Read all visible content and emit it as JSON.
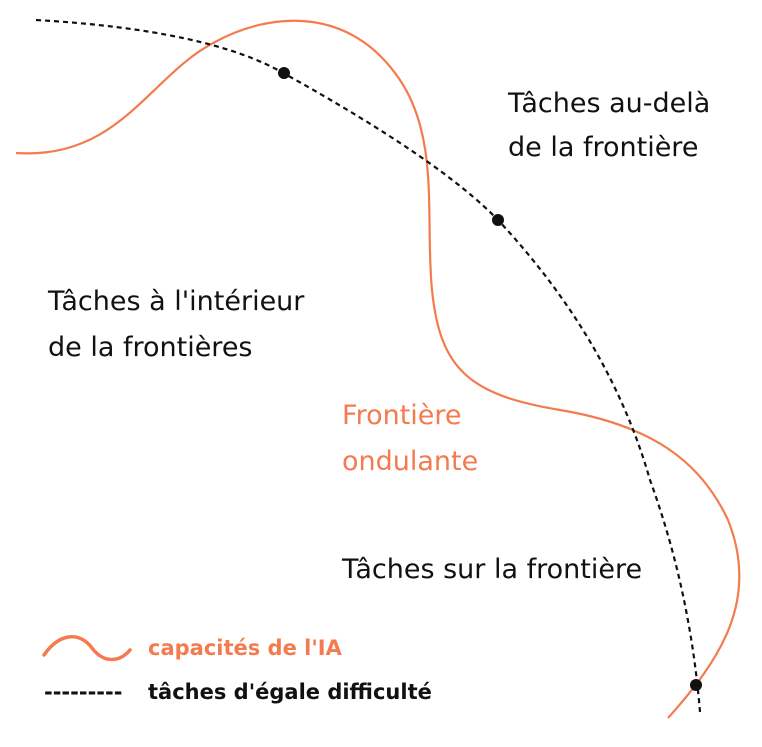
{
  "colors": {
    "frontier": "#f47a4f",
    "difficulty_line": "#111111",
    "text": "#111111"
  },
  "labels": {
    "beyond_line1": "Tâches au-delà",
    "beyond_line2": "de la frontière",
    "inside_line1": "Tâches à l'intérieur",
    "inside_line2": "de la frontières",
    "frontier_line1": "Frontière",
    "frontier_line2": "ondulante",
    "on_frontier": "Tâches sur la frontière"
  },
  "legend": {
    "ai_capabilities": "capacités de l'IA",
    "dash_symbol": "---------",
    "equal_difficulty": "tâches d'égale difficulté"
  }
}
